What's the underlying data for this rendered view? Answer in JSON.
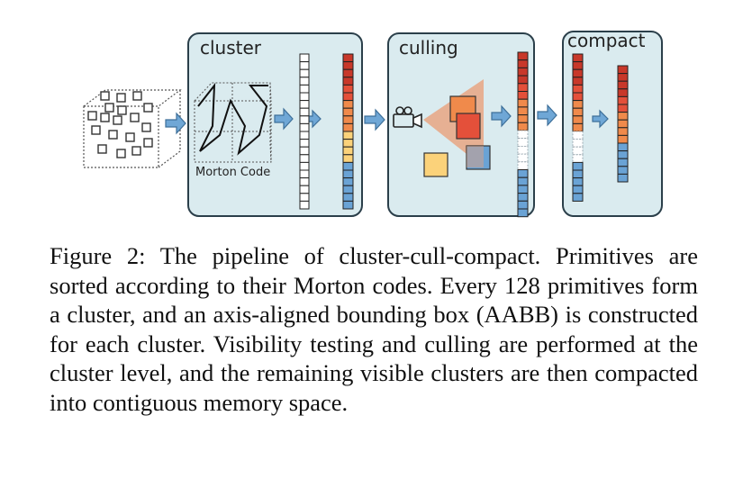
{
  "figure": {
    "panels": {
      "cluster": "cluster",
      "culling": "culling",
      "compact": "compact"
    },
    "morton_label": "Morton Code",
    "colors": {
      "panel_fill": "#daebef",
      "panel_stroke": "#2b3f4a",
      "arrow_fill": "#6fa7d6",
      "arrow_stroke": "#3d6f99",
      "red_dark": "#c8382a",
      "red": "#e4503a",
      "orange": "#f08a4b",
      "yellow": "#fbd27a",
      "blue": "#6aa3d5",
      "frustum": "#e9a17c"
    },
    "icons": [
      "camera-icon"
    ]
  },
  "caption": "Figure 2: The pipeline of cluster-cull-compact. Primitives are sorted according to their Morton codes. Every 128 primitives form a cluster, and an axis-aligned bounding box (AABB) is constructed for each cluster. Visibility testing and culling are performed at the cluster level, and the remaining visible clusters are then compacted into contiguous memory space."
}
